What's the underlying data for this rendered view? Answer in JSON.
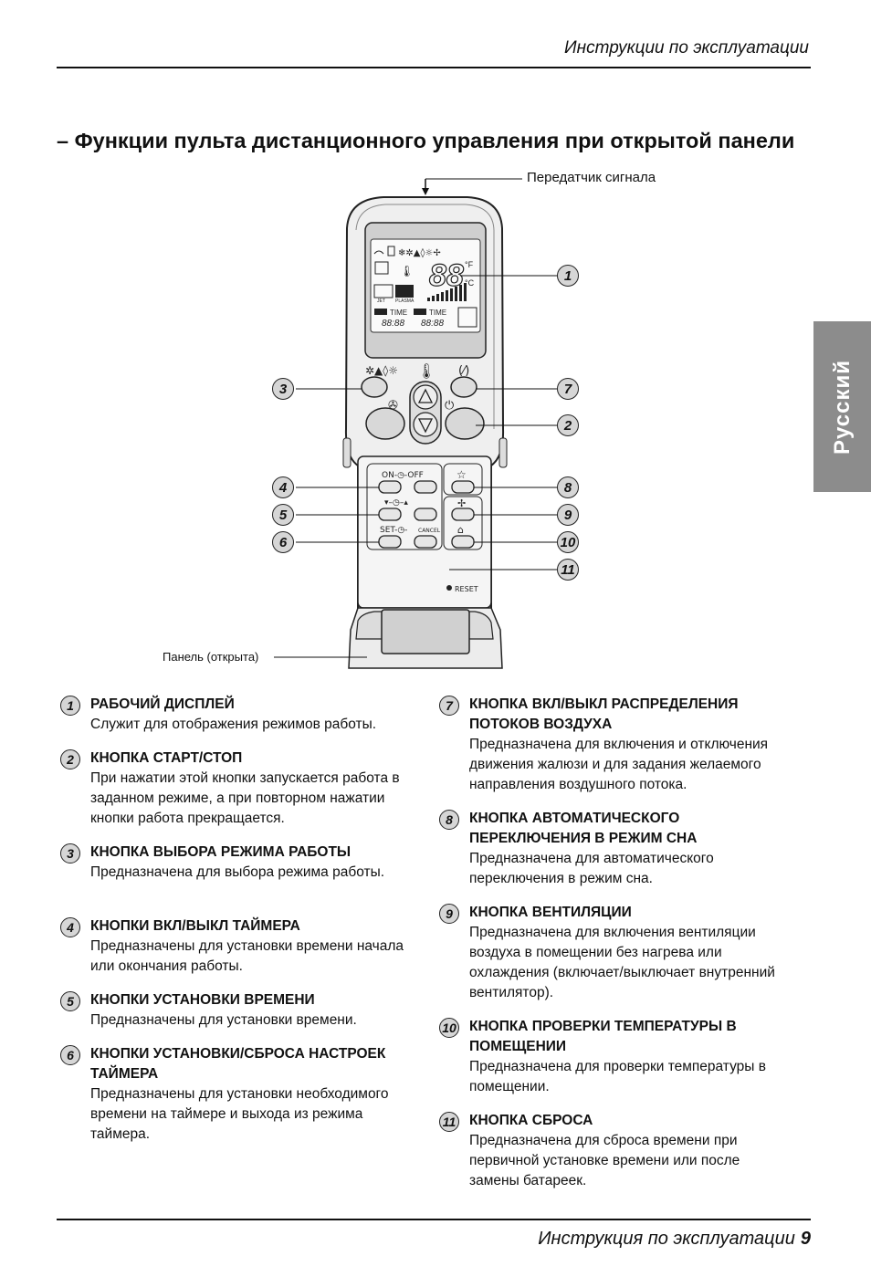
{
  "header": {
    "title": "Инструкции по эксплуатации"
  },
  "side_tab": {
    "label": "Русский"
  },
  "main_title": "– Функции пульта дистанционного управления при открытой панели",
  "figure": {
    "transmitter_label": "Передатчик сигнала",
    "panel_label": "Панель (открыта)",
    "display": {
      "digits": "88",
      "unit_f": "°F",
      "unit_c": "°C",
      "time_label": "TIME",
      "on_label": "ON",
      "off_label": "OFF",
      "time_value": "88:88",
      "jet_label": "JET",
      "plasma_label": "PLASMA"
    },
    "buttons": {
      "timer_onoff_label": "ON-◷-OFF",
      "set_cancel_label_set": "SET-◷-",
      "set_cancel_label_cancel": "CANCEL",
      "reset_label": "RESET"
    },
    "callouts": [
      "1",
      "2",
      "3",
      "4",
      "5",
      "6",
      "7",
      "8",
      "9",
      "10",
      "11"
    ]
  },
  "items_left": [
    {
      "num": "1",
      "title": "РАБОЧИЙ ДИСПЛЕЙ",
      "desc": "Служит для отображения режимов работы."
    },
    {
      "num": "2",
      "title": "КНОПКА СТАРТ/СТОП",
      "desc": "При нажатии этой кнопки запускается работа в заданном режиме, а при повторном нажатии кнопки работа прекращается."
    },
    {
      "num": "3",
      "title": "КНОПКА ВЫБОРА РЕЖИМА РАБОТЫ",
      "desc": "Предназначена для выбора режима работы."
    },
    {
      "num": "4",
      "title": "КНОПКИ ВКЛ/ВЫКЛ ТАЙМЕРА",
      "desc": "Предназначены для установки времени начала или окончания работы."
    },
    {
      "num": "5",
      "title": "КНОПКИ УСТАНОВКИ ВРЕМЕНИ",
      "desc": "Предназначены для установки времени."
    },
    {
      "num": "6",
      "title": "КНОПКИ УСТАНОВКИ/СБРОСА НАСТРОЕК ТАЙМЕРА",
      "desc": "Предназначены для установки необходимого времени на таймере и выхода из режима таймера."
    }
  ],
  "items_right": [
    {
      "num": "7",
      "title": "КНОПКА ВКЛ/ВЫКЛ РАСПРЕДЕЛЕНИЯ ПОТОКОВ ВОЗДУХА",
      "desc": "Предназначена для включения и отключения движения жалюзи и для задания желаемого направления воздушного потока."
    },
    {
      "num": "8",
      "title": "КНОПКА АВТОМАТИЧЕСКОГО ПЕРЕКЛЮЧЕНИЯ В РЕЖИМ СНА",
      "desc": "Предназначена для автоматического переключения в режим сна."
    },
    {
      "num": "9",
      "title": "КНОПКА ВЕНТИЛЯЦИИ",
      "desc": "Предназначена для включения вентиляции воздуха в помещении без нагрева или охлаждения (включает/выключает внутренний вентилятор)."
    },
    {
      "num": "10",
      "title": "КНОПКА ПРОВЕРКИ ТЕМПЕРАТУРЫ В ПОМЕЩЕНИИ",
      "desc": "Предназначена для проверки температуры в помещении."
    },
    {
      "num": "11",
      "title": "КНОПКА СБРОСА",
      "desc": "Предназначена для сброса времени при первичной установке времени или после замены батареек."
    }
  ],
  "footer": {
    "text": "Инструкция по эксплуатации",
    "page": "9"
  }
}
